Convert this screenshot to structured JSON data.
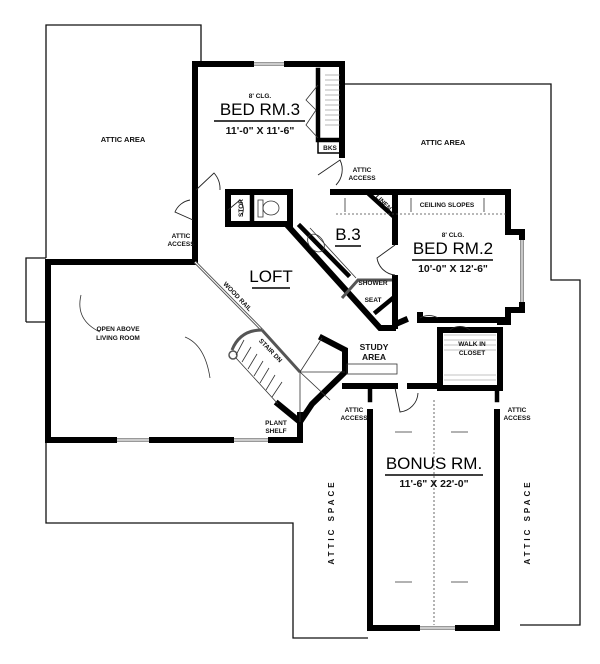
{
  "plan": {
    "type": "second floor plan",
    "rooms": {
      "bed3": {
        "ceiling": "8' CLG.",
        "name": "BED RM.3",
        "dims": "11'-0\" X 11'-6\""
      },
      "bed2": {
        "ceiling": "8' CLG.",
        "name": "BED RM.2",
        "dims": "10'-0\" X 12'-6\""
      },
      "bath3": {
        "name": "B.3"
      },
      "loft": {
        "name": "LOFT"
      },
      "bonus": {
        "name": "BONUS RM.",
        "dims": "11'-6\" X 22'-0\""
      },
      "study": {
        "line1": "STUDY",
        "line2": "AREA"
      }
    },
    "labels": {
      "attic_area_left": "ATTIC AREA",
      "attic_area_right": "ATTIC AREA",
      "attic_access_top": [
        "ATTIC",
        "ACCESS"
      ],
      "attic_access_left": [
        "ATTIC",
        "ACCESS"
      ],
      "attic_access_bonus_left": [
        "ATTIC",
        "ACCESS"
      ],
      "attic_access_bonus_right": [
        "ATTIC",
        "ACCESS"
      ],
      "attic_space_left": "ATTIC SPACE",
      "attic_space_right": "ATTIC SPACE",
      "bks": "BKS",
      "stor": "STOR",
      "linen": "LINEN",
      "ceiling_slopes": "CEILING SLOPES",
      "shower": "SHOWER",
      "seat": "SEAT",
      "walk_in_closet": [
        "WALK IN",
        "CLOSET"
      ],
      "wood_rail": "WOOD RAIL",
      "stair": "STAIR DN",
      "open_above": [
        "OPEN ABOVE",
        "LIVING ROOM"
      ],
      "plant_shelf": [
        "PLANT",
        "SHELF"
      ]
    },
    "colors": {
      "wall": "#000000",
      "background": "#ffffff",
      "rail": "#555555"
    }
  }
}
